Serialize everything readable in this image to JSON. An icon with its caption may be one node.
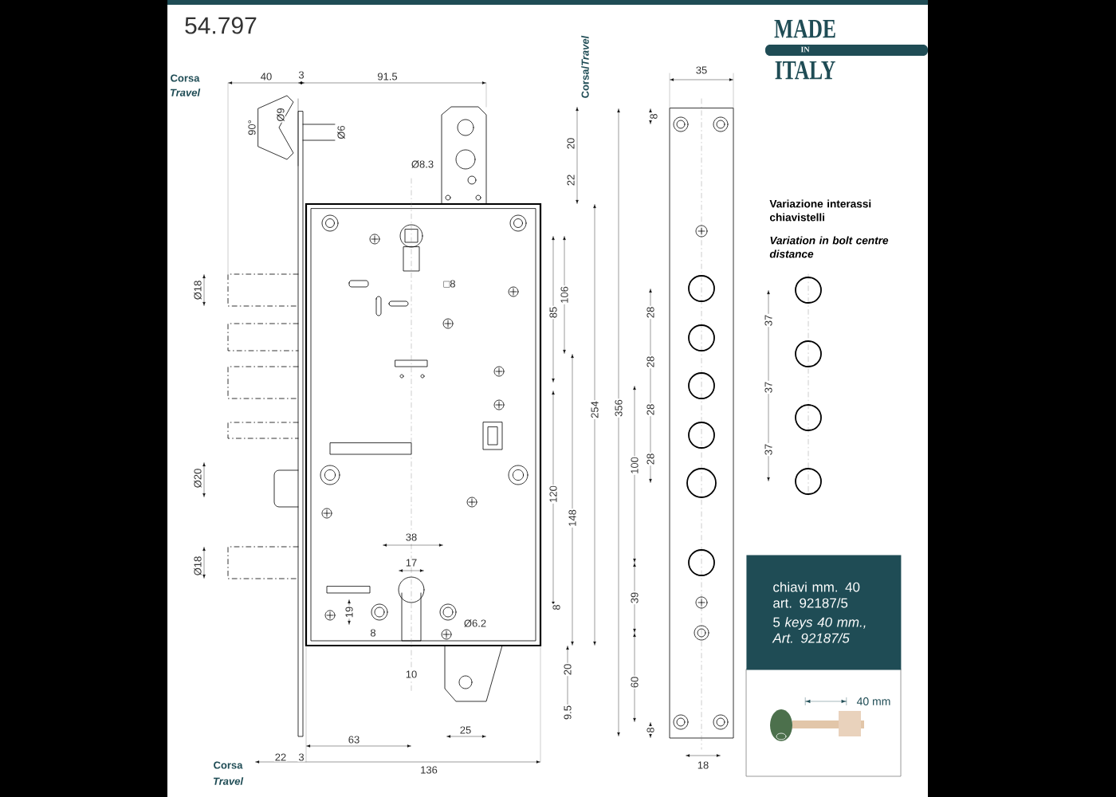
{
  "diagram": {
    "title": "54.797",
    "nodes": [
      {
        "text": [
          "chiavi mm. 40 art. 92187/5",
          "5 *keys 40 mm., Art. 92187/5*"
        ]
      }
    ],
    "labels": [
      "Corsa",
      "Travel",
      "40",
      "3",
      "91.5",
      "Corsa/*Travel*",
      "90°",
      "Ø9",
      "Ø6",
      "Ø8.3",
      "20",
      "22",
      "35",
      "8",
      "MADE",
      "IN",
      "ITALY",
      "Variazione interassi chiavistelli",
      "Variation in bolt centre distance",
      "Ø18",
      "□8",
      "106",
      "85",
      "28",
      "37",
      "28",
      "37",
      "28",
      "254",
      "356",
      "28",
      "37",
      "100",
      "Ø20",
      "120",
      "148",
      "38",
      "Ø18",
      "17",
      "19",
      "8",
      "39",
      "Ø6.2",
      "8",
      "10",
      "20",
      "60",
      "40 mm",
      "9.5",
      "25",
      "8",
      "63",
      "Corsa",
      "Travel",
      "22",
      "3",
      "136",
      "18"
    ]
  }
}
